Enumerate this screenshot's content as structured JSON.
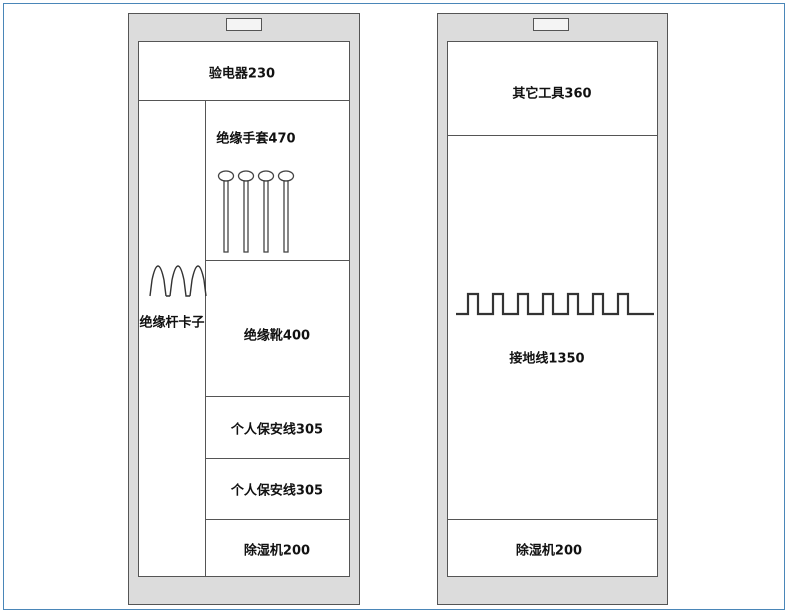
{
  "left_cabinet": {
    "electroscope": "验电器230",
    "gloves": "绝缘手套470",
    "rod_clamp": "绝缘杆卡子",
    "boots": "绝缘靴400",
    "safety_line_1": "个人保安线305",
    "safety_line_2": "个人保安线305",
    "dehumidifier": "除湿机200"
  },
  "right_cabinet": {
    "other_tools": "其它工具360",
    "ground_wire": "接地线1350",
    "dehumidifier": "除湿机200"
  },
  "colors": {
    "frame": "#4a86b8",
    "cabinet": "#dcdcdc",
    "line": "#555555"
  }
}
